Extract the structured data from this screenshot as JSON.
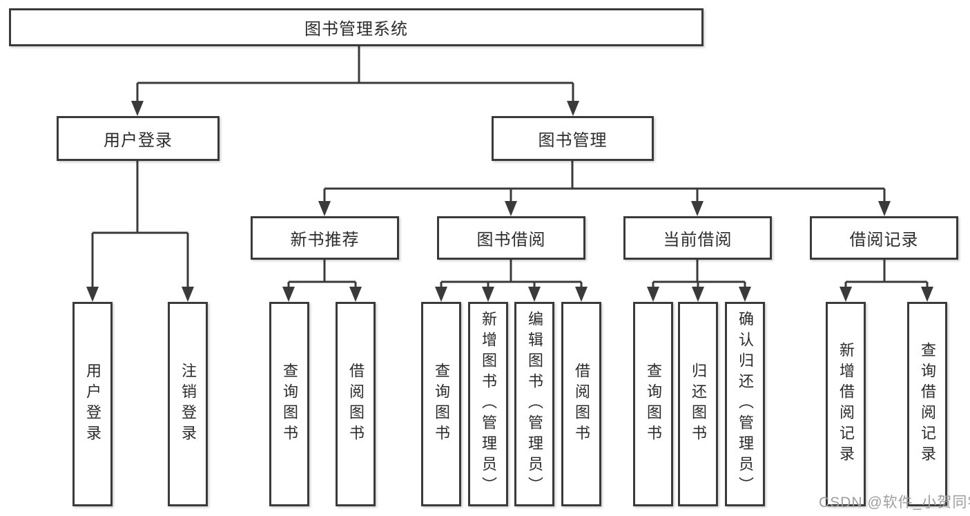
{
  "diagram": {
    "root": {
      "label": "图书管理系统"
    },
    "level2": {
      "user_login": {
        "label": "用户登录"
      },
      "book_management": {
        "label": "图书管理"
      }
    },
    "level3": {
      "new_book_recommend": {
        "label": "新书推荐"
      },
      "book_borrow": {
        "label": "图书借阅"
      },
      "current_borrow": {
        "label": "当前借阅"
      },
      "borrow_records": {
        "label": "借阅记录"
      }
    },
    "leaves": {
      "user_login": [
        "用户登录",
        "注销登录"
      ],
      "new_book_recommend": [
        "查询图书",
        "借阅图书"
      ],
      "book_borrow": [
        "查询图书",
        "新增图书（管理员）",
        "编辑图书（管理员）",
        "借阅图书"
      ],
      "current_borrow": [
        "查询图书",
        "归还图书",
        "确认归还（管理员）"
      ],
      "borrow_records": [
        "新增借阅记录",
        "查询借阅记录"
      ]
    },
    "watermark": "CSDN @软件_小贺同学",
    "colors": {
      "line": "#3a3a3a",
      "text": "#2b2b2b",
      "watermark": "#9d9d9d",
      "background": "#ffffff"
    }
  }
}
